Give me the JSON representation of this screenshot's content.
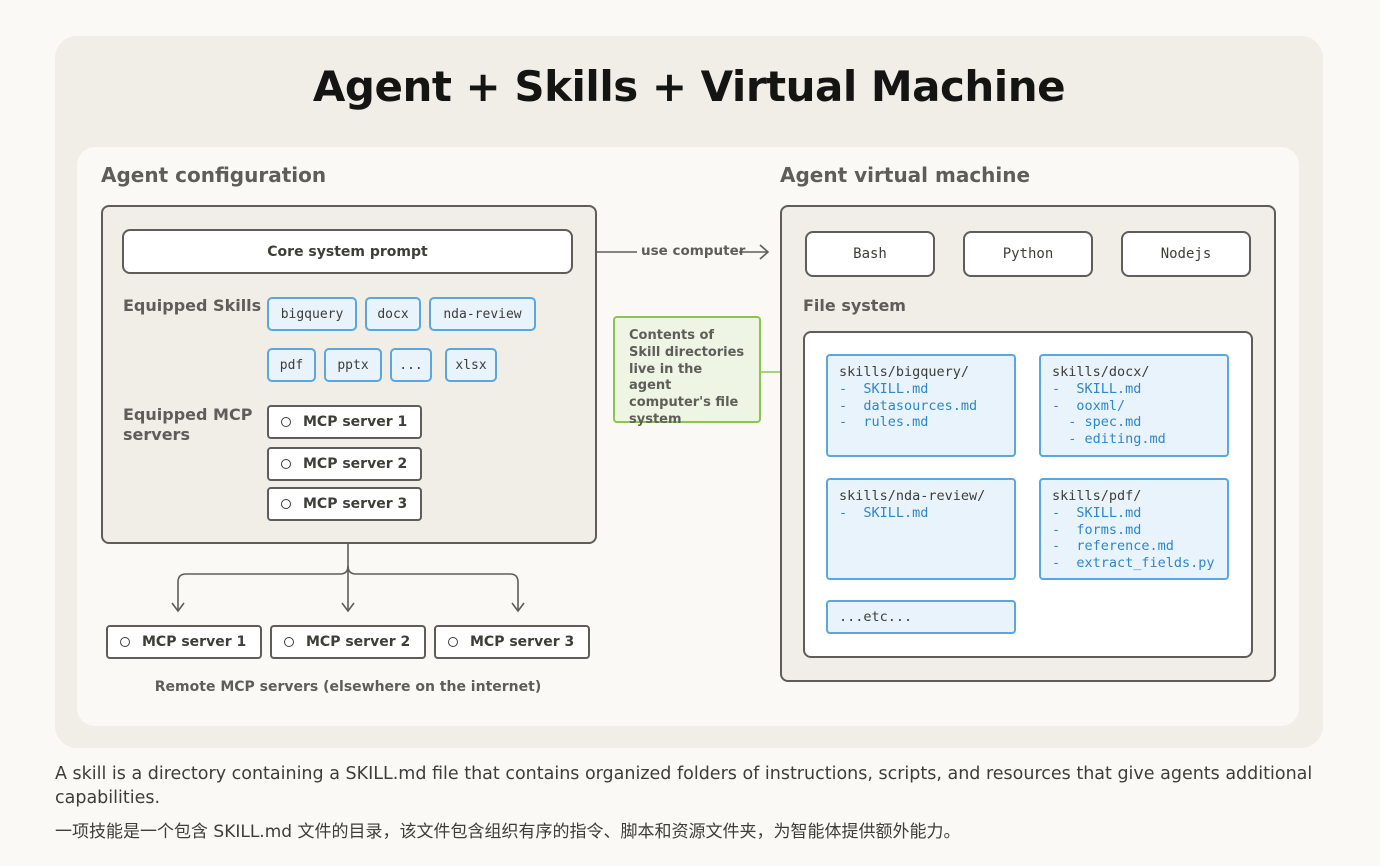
{
  "title": "Agent + Skills + Virtual Machine",
  "agent_configuration": {
    "heading": "Agent configuration",
    "core_prompt": "Core system prompt",
    "skills_label": "Equipped Skills",
    "skills": [
      "bigquery",
      "docx",
      "nda-review",
      "pdf",
      "pptx",
      "...",
      "xlsx"
    ],
    "mcp_label": "Equipped MCP servers",
    "mcp_servers": [
      "MCP server 1",
      "MCP server 2",
      "MCP server 3"
    ]
  },
  "remote": {
    "servers": [
      "MCP server 1",
      "MCP server 2",
      "MCP server 3"
    ],
    "caption": "Remote MCP servers (elsewhere on the internet)"
  },
  "use_computer": "use computer",
  "note": "Contents of Skill directories live in the agent computer's file system",
  "vm": {
    "heading": "Agent virtual machine",
    "runtimes": [
      "Bash",
      "Python",
      "Nodejs"
    ],
    "fs_label": "File system",
    "folders": [
      {
        "name": "skills/bigquery/",
        "files": [
          "-  SKILL.md",
          "-  datasources.md",
          "-  rules.md"
        ]
      },
      {
        "name": "skills/docx/",
        "files": [
          "-  SKILL.md",
          "-  ooxml/",
          "  - spec.md",
          "  - editing.md"
        ]
      },
      {
        "name": "skills/nda-review/",
        "files": [
          "-  SKILL.md"
        ]
      },
      {
        "name": "skills/pdf/",
        "files": [
          "-  SKILL.md",
          "-  forms.md",
          "-  reference.md",
          "-  extract_fields.py"
        ]
      }
    ],
    "etc": "...etc..."
  },
  "caption_en": "A skill is a directory containing a SKILL.md file that contains organized folders of instructions, scripts, and resources that give agents additional capabilities.",
  "caption_zh": "一项技能是一个包含 SKILL.md 文件的目录，该文件包含组织有序的指令、脚本和资源文件夹，为智能体提供额外能力。",
  "colors": {
    "accent_blue": "#5aa7df",
    "file_blue": "#2f86c8",
    "note_green": "#8cc450",
    "card": "#f0eee6"
  }
}
